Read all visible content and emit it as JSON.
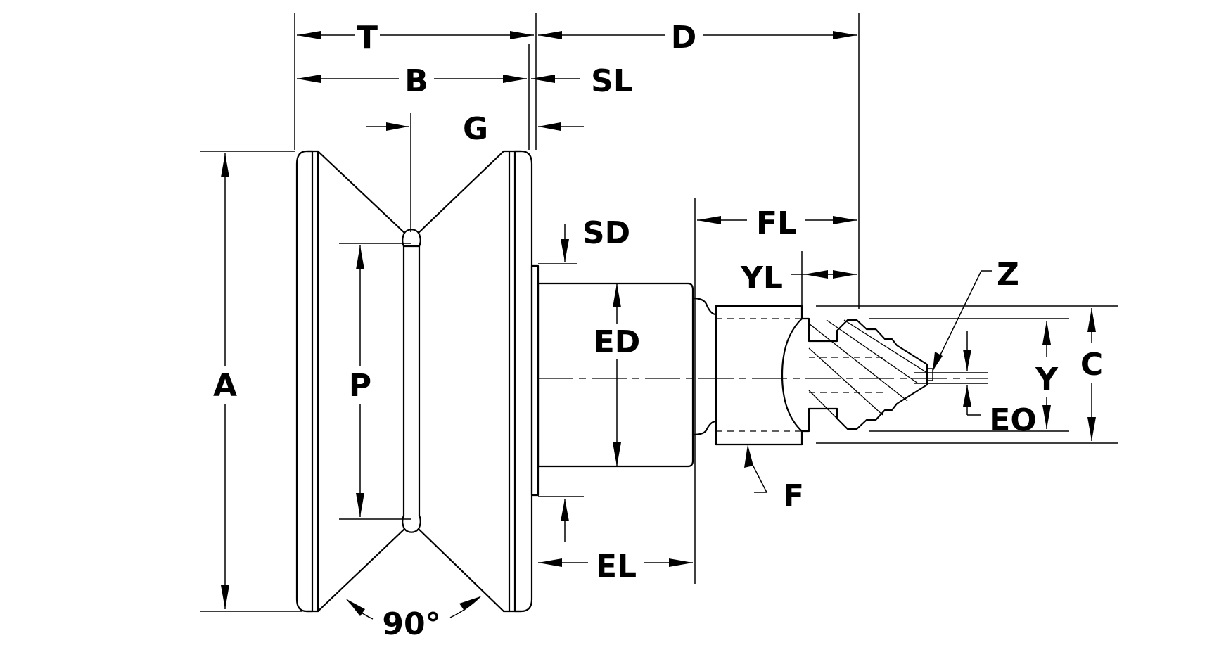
{
  "labels": {
    "T": "T",
    "D": "D",
    "B": "B",
    "SL": "SL",
    "G": "G",
    "SD": "SD",
    "FL": "FL",
    "YL": "YL",
    "Z": "Z",
    "A": "A",
    "P": "P",
    "ED": "ED",
    "C": "C",
    "Y": "Y",
    "EO": "EO",
    "F": "F",
    "EL": "EL",
    "angle": "90°"
  },
  "colors": {
    "line": "#000000",
    "background": "#ffffff"
  }
}
